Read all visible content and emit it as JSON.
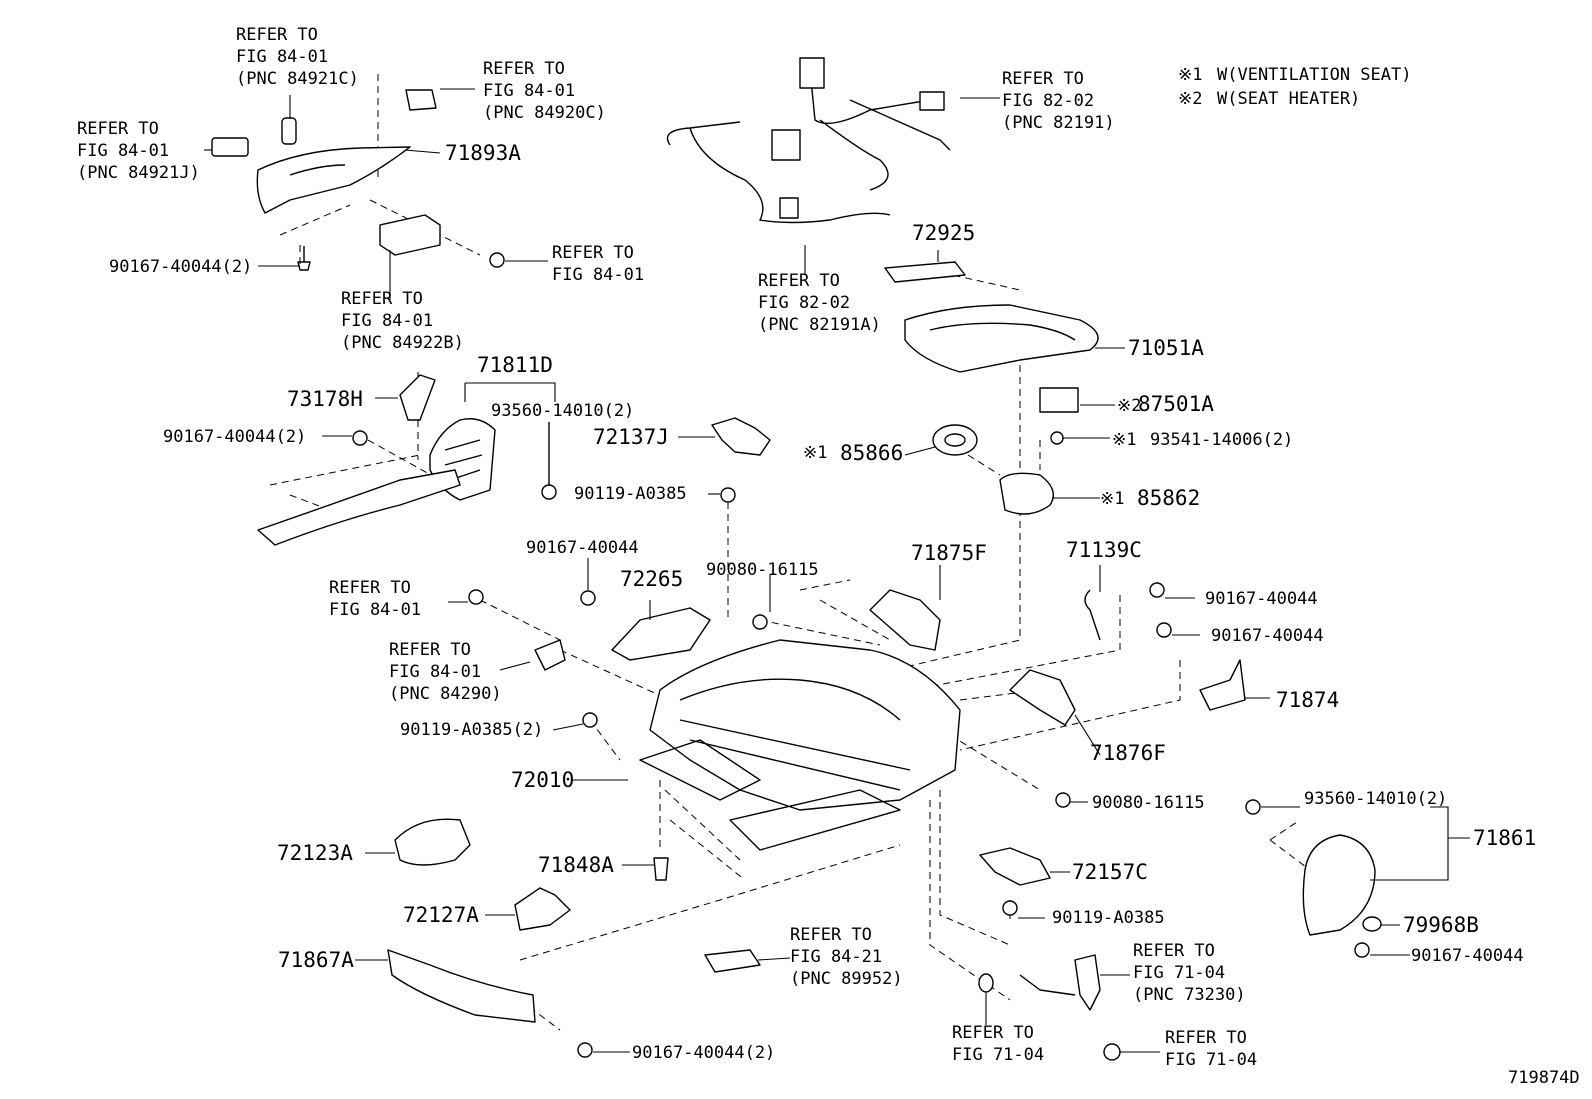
{
  "notes": [
    {
      "mark": "※1",
      "text": "W(VENTILATION SEAT)"
    },
    {
      "mark": "※2",
      "text": "W(SEAT HEATER)"
    }
  ],
  "mark1": "※1",
  "mark2": "※2",
  "drawing_id": "719874D",
  "labels": {
    "ref_84921c": [
      "REFER TO",
      "FIG 84-01",
      "(PNC 84921C)"
    ],
    "ref_84920c": [
      "REFER TO",
      "FIG 84-01",
      "(PNC 84920C)"
    ],
    "ref_84921j": [
      "REFER TO",
      "FIG 84-01",
      "(PNC 84921J)"
    ],
    "ref_84922b": [
      "REFER TO",
      "FIG 84-01",
      "(PNC 84922B)"
    ],
    "ref_fig8401_a": [
      "REFER TO",
      "FIG 84-01"
    ],
    "ref_fig8401_b": [
      "REFER TO",
      "FIG 84-01"
    ],
    "ref_84290": [
      "REFER TO",
      "FIG 84-01",
      "(PNC 84290)"
    ],
    "ref_82191": [
      "REFER TO",
      "FIG 82-02",
      "(PNC 82191)"
    ],
    "ref_82191a": [
      "REFER TO",
      "FIG 82-02",
      "(PNC 82191A)"
    ],
    "ref_89952": [
      "REFER TO",
      "FIG 84-21",
      "(PNC 89952)"
    ],
    "ref_73230": [
      "REFER TO",
      "FIG 71-04",
      "(PNC 73230)"
    ],
    "ref_7104_a": [
      "REFER TO",
      "FIG 71-04"
    ],
    "ref_7104_b": [
      "REFER TO",
      "FIG 71-04"
    ],
    "p71893a": "71893A",
    "p90167_40044_2_a": "90167-40044(2)",
    "p71811d": "71811D",
    "p73178h": "73178H",
    "p93560_14010_2_a": "93560-14010(2)",
    "p90167_40044_2_b": "90167-40044(2)",
    "p72137j": "72137J",
    "p90119_a0385_a": "90119-A0385",
    "p85866": "85866",
    "p85862": "85862",
    "p93541_14006_2": "93541-14006(2)",
    "p87501a": "87501A",
    "p71051a": "71051A",
    "p72925": "72925",
    "p90167_40044_a": "90167-40044",
    "p72265": "72265",
    "p90080_16115_a": "90080-16115",
    "p71875f": "71875F",
    "p71139c": "71139C",
    "p90167_40044_b": "90167-40044",
    "p90167_40044_c": "90167-40044",
    "p71874": "71874",
    "p71876f": "71876F",
    "p90119_a0385_2": "90119-A0385(2)",
    "p72010": "72010",
    "p90080_16115_b": "90080-16115",
    "p93560_14010_2_b": "93560-14010(2)",
    "p71861": "71861",
    "p72123a": "72123A",
    "p71848a": "71848A",
    "p72157c": "72157C",
    "p90119_a0385_b": "90119-A0385",
    "p79968b": "79968B",
    "p90167_40044_d": "90167-40044",
    "p72127a": "72127A",
    "p71867a": "71867A",
    "p90167_40044_2_c": "90167-40044(2)"
  }
}
